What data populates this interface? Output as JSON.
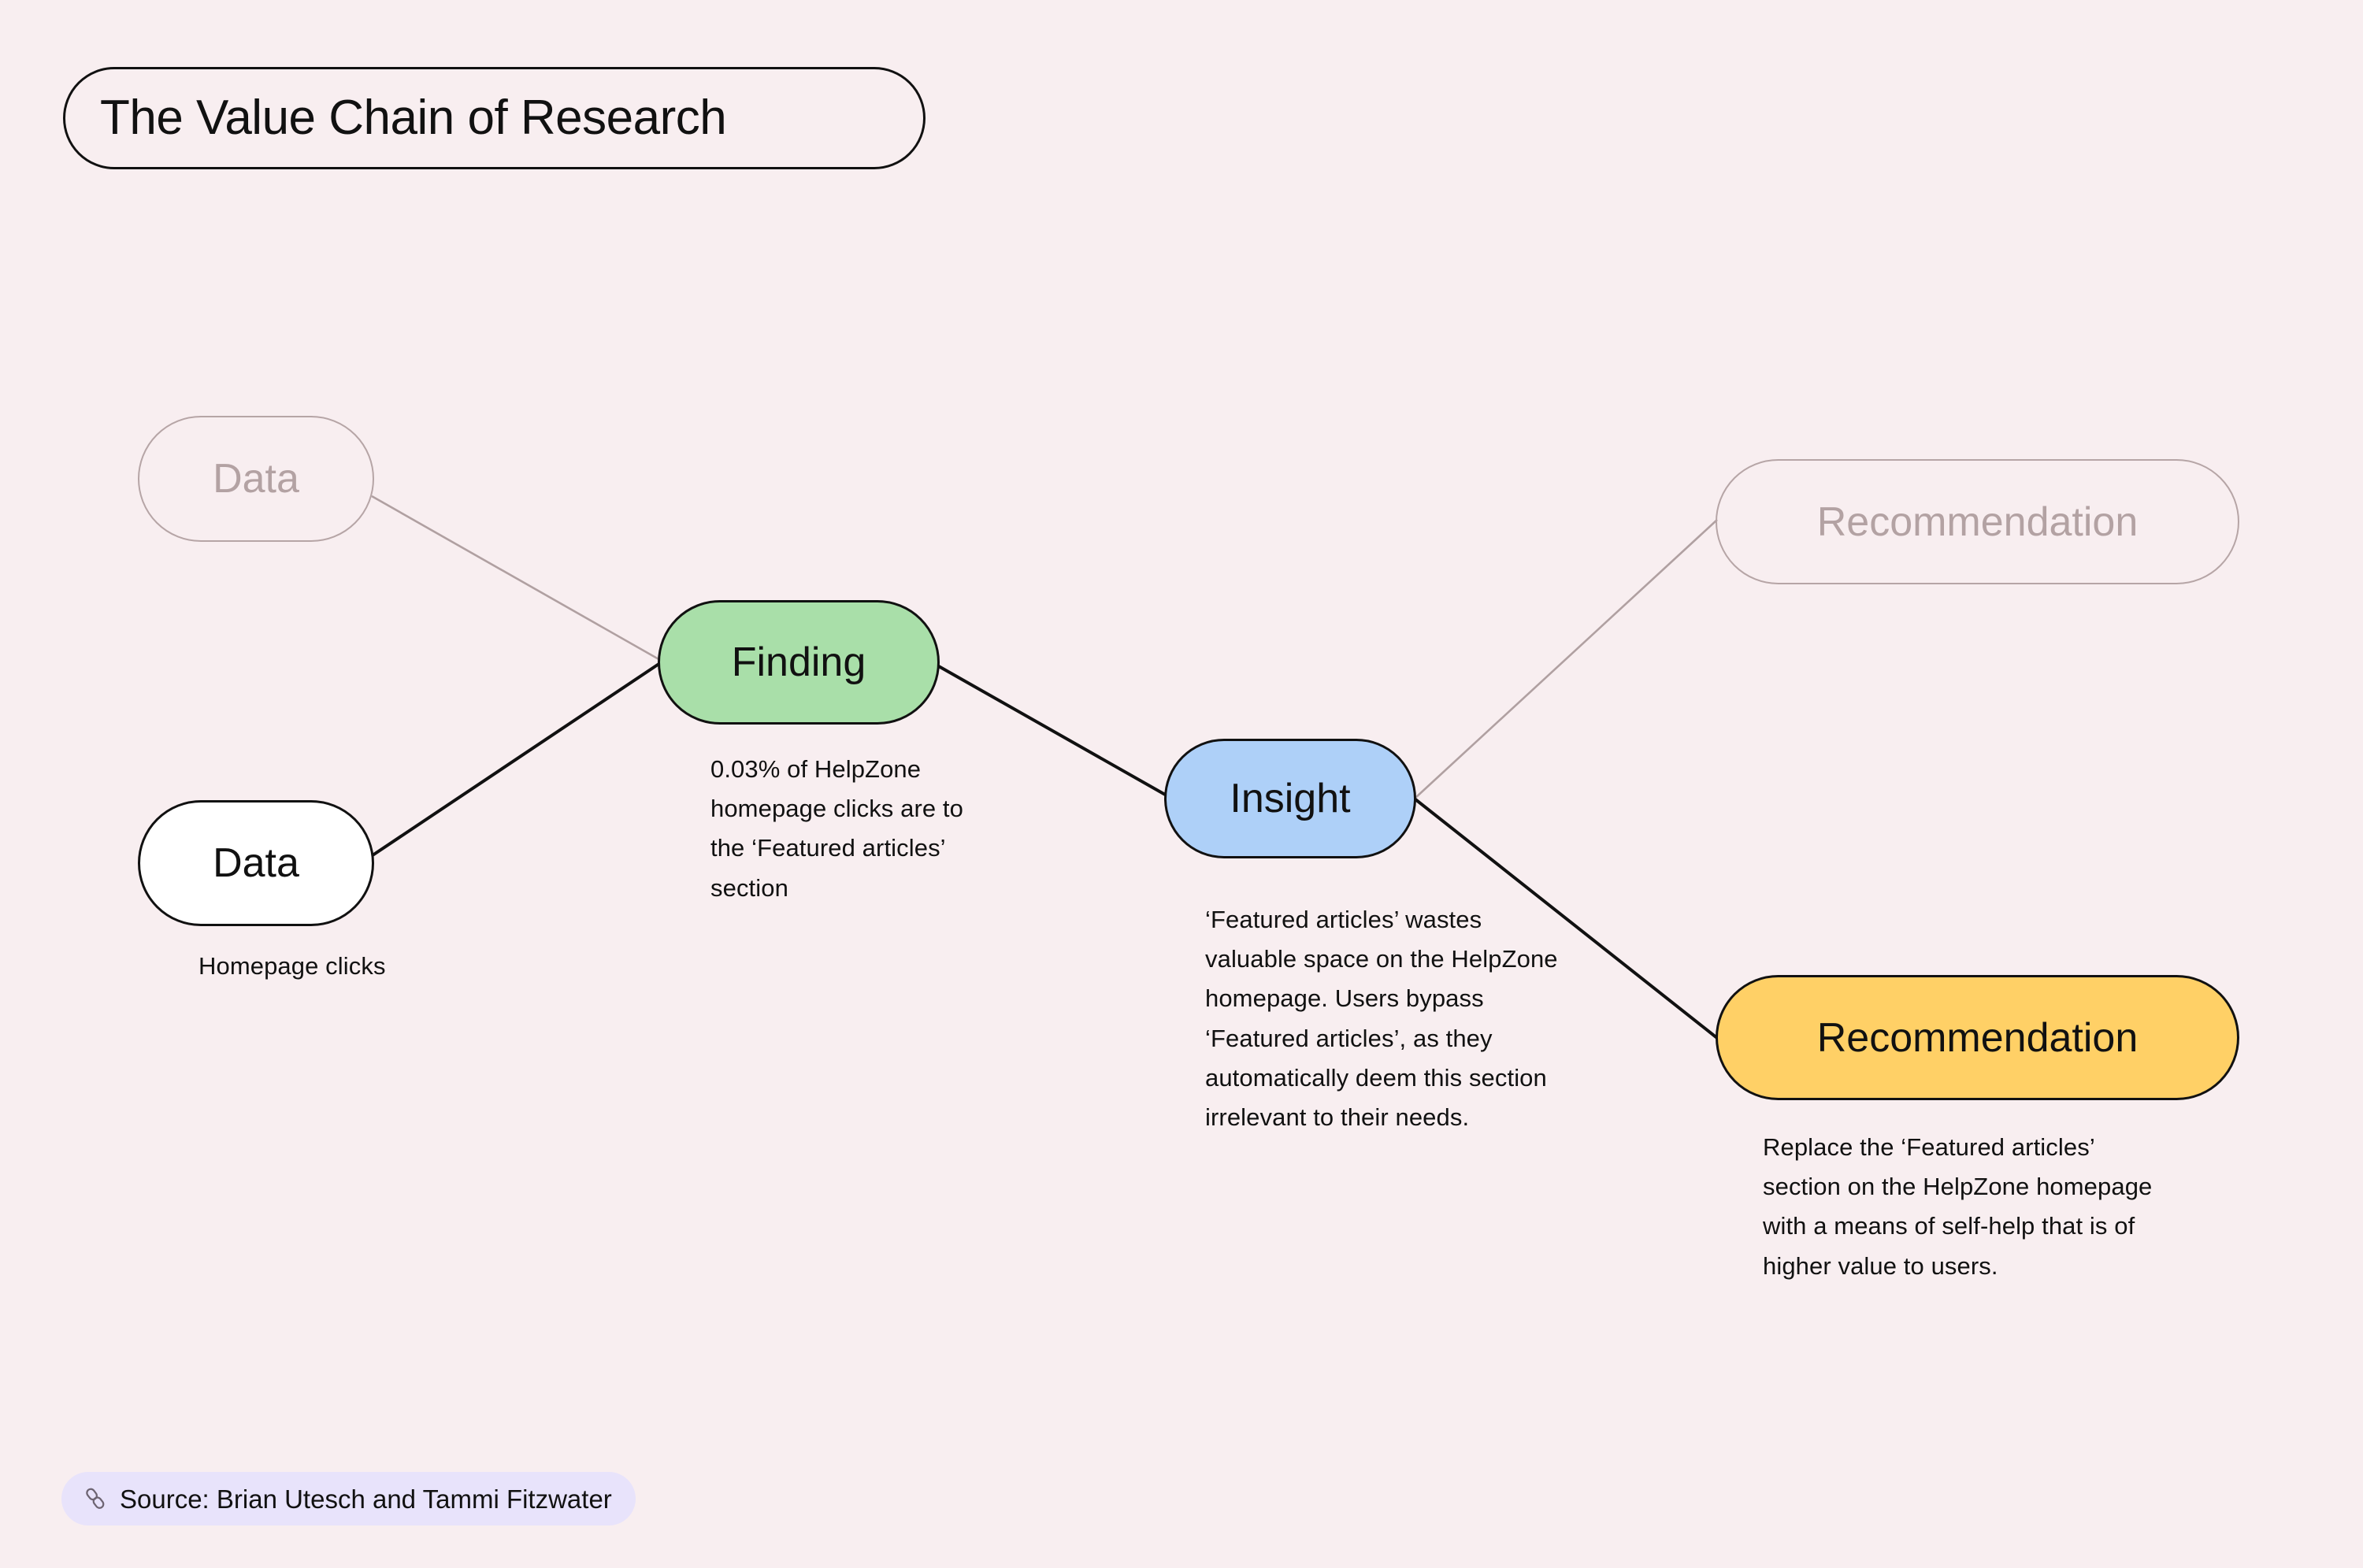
{
  "page": {
    "background_color": "#f8eef0",
    "title": "The Value Chain of Research"
  },
  "nodes": {
    "data_ghost": {
      "label": "Data",
      "state": "placeholder",
      "fill": "none",
      "border_color": "#b6a5a6",
      "text_color": "#b3a2a3"
    },
    "data_solid": {
      "label": "Data",
      "state": "filled",
      "fill": "#ffffff",
      "border_color": "#111111",
      "text_color": "#111111"
    },
    "finding": {
      "label": "Finding",
      "state": "filled",
      "fill": "#a9dfa9",
      "border_color": "#111111",
      "text_color": "#111111"
    },
    "insight": {
      "label": "Insight",
      "state": "filled",
      "fill": "#aed0f8",
      "border_color": "#111111",
      "text_color": "#111111"
    },
    "recommendation_ghost": {
      "label": "Recommendation",
      "state": "placeholder",
      "fill": "none",
      "border_color": "#b6a5a6",
      "text_color": "#b3a2a3"
    },
    "recommendation_solid": {
      "label": "Recommendation",
      "state": "filled",
      "fill": "#ffd066",
      "border_color": "#111111",
      "text_color": "#111111"
    }
  },
  "annotations": {
    "data": "Homepage clicks",
    "finding": "0.03% of HelpZone homepage clicks are to the ‘Featured articles’ section",
    "insight": "‘Featured articles’ wastes valuable space on the HelpZone homepage. Users bypass ‘Featured articles’, as they automatically deem this section irrelevant to their needs.",
    "recommendation": "Replace the ‘Featured articles’ section on the HelpZone homepage with a means of self-help that is of higher value to users."
  },
  "source": {
    "icon": "link-icon",
    "label": "Source: Brian Utesch and Tammi Fitzwater",
    "background_color": "#e8e3fb"
  },
  "chart_data": {
    "type": "diagram",
    "title": "The Value Chain of Research",
    "flow": [
      "Data",
      "Finding",
      "Insight",
      "Recommendation"
    ],
    "edges": [
      {
        "from": "data_ghost",
        "to": "finding",
        "style": "faint"
      },
      {
        "from": "data_solid",
        "to": "finding",
        "style": "solid"
      },
      {
        "from": "finding",
        "to": "insight",
        "style": "solid"
      },
      {
        "from": "insight",
        "to": "recommendation_ghost",
        "style": "faint"
      },
      {
        "from": "insight",
        "to": "recommendation_solid",
        "style": "solid"
      }
    ]
  }
}
